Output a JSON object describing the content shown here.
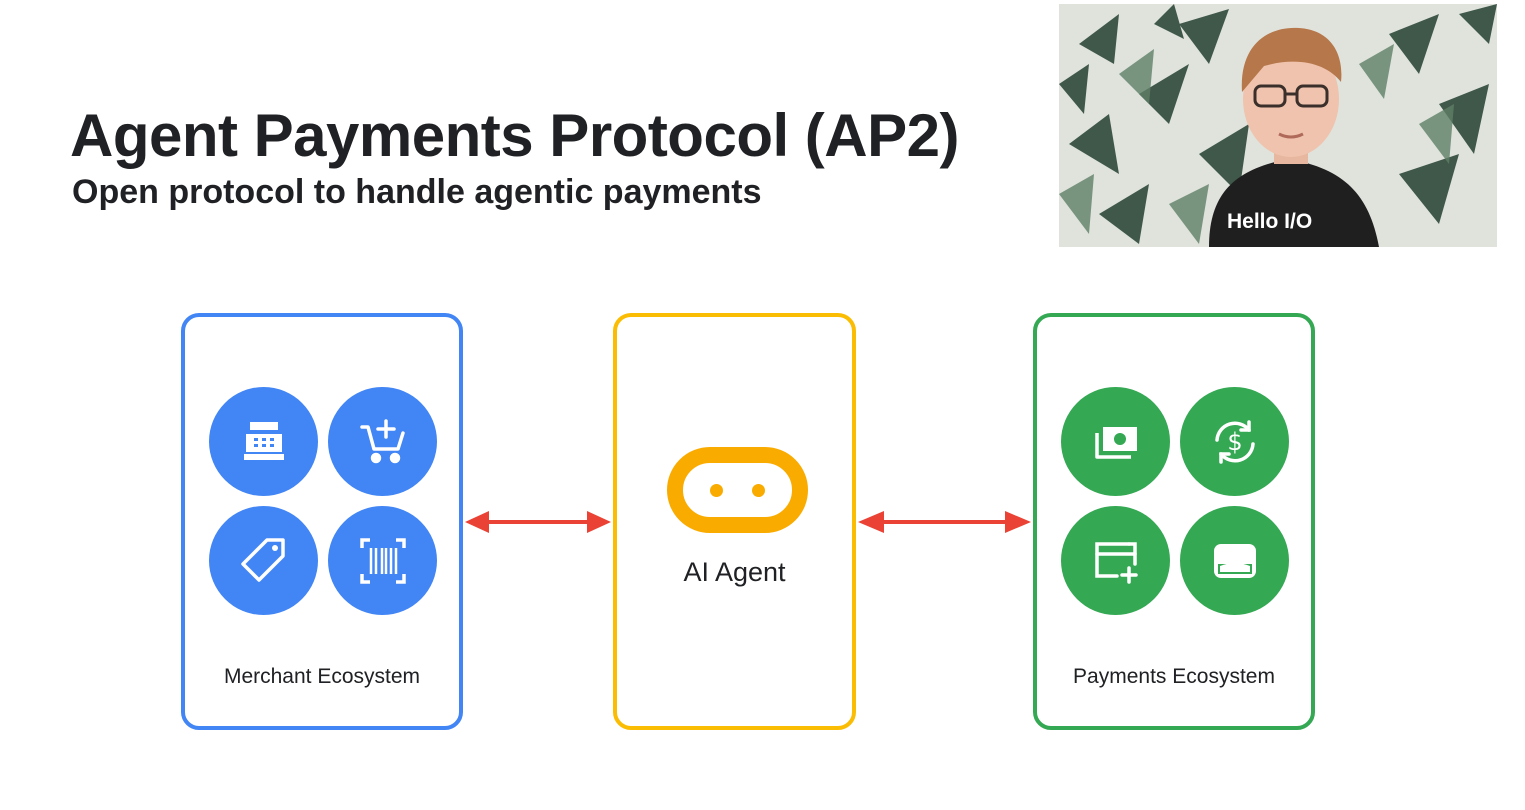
{
  "slide": {
    "title": "Agent Payments Protocol (AP2)",
    "subtitle": "Open protocol to handle agentic payments"
  },
  "video_overlay": {
    "shirt_text": "Hello I/O"
  },
  "diagram": {
    "merchant": {
      "label": "Merchant Ecosystem",
      "color": "#4285f4",
      "icons": [
        "cash-register-icon",
        "add-to-cart-icon",
        "price-tag-icon",
        "barcode-scan-icon"
      ]
    },
    "agent": {
      "label": "AI Agent",
      "color": "#fbbc04",
      "icon": "robot-face-icon"
    },
    "payments": {
      "label": "Payments Ecosystem",
      "color": "#34a853",
      "icons": [
        "cash-payment-icon",
        "currency-exchange-icon",
        "add-card-icon",
        "wallet-icon"
      ]
    },
    "connector_color": "#ea4335"
  }
}
